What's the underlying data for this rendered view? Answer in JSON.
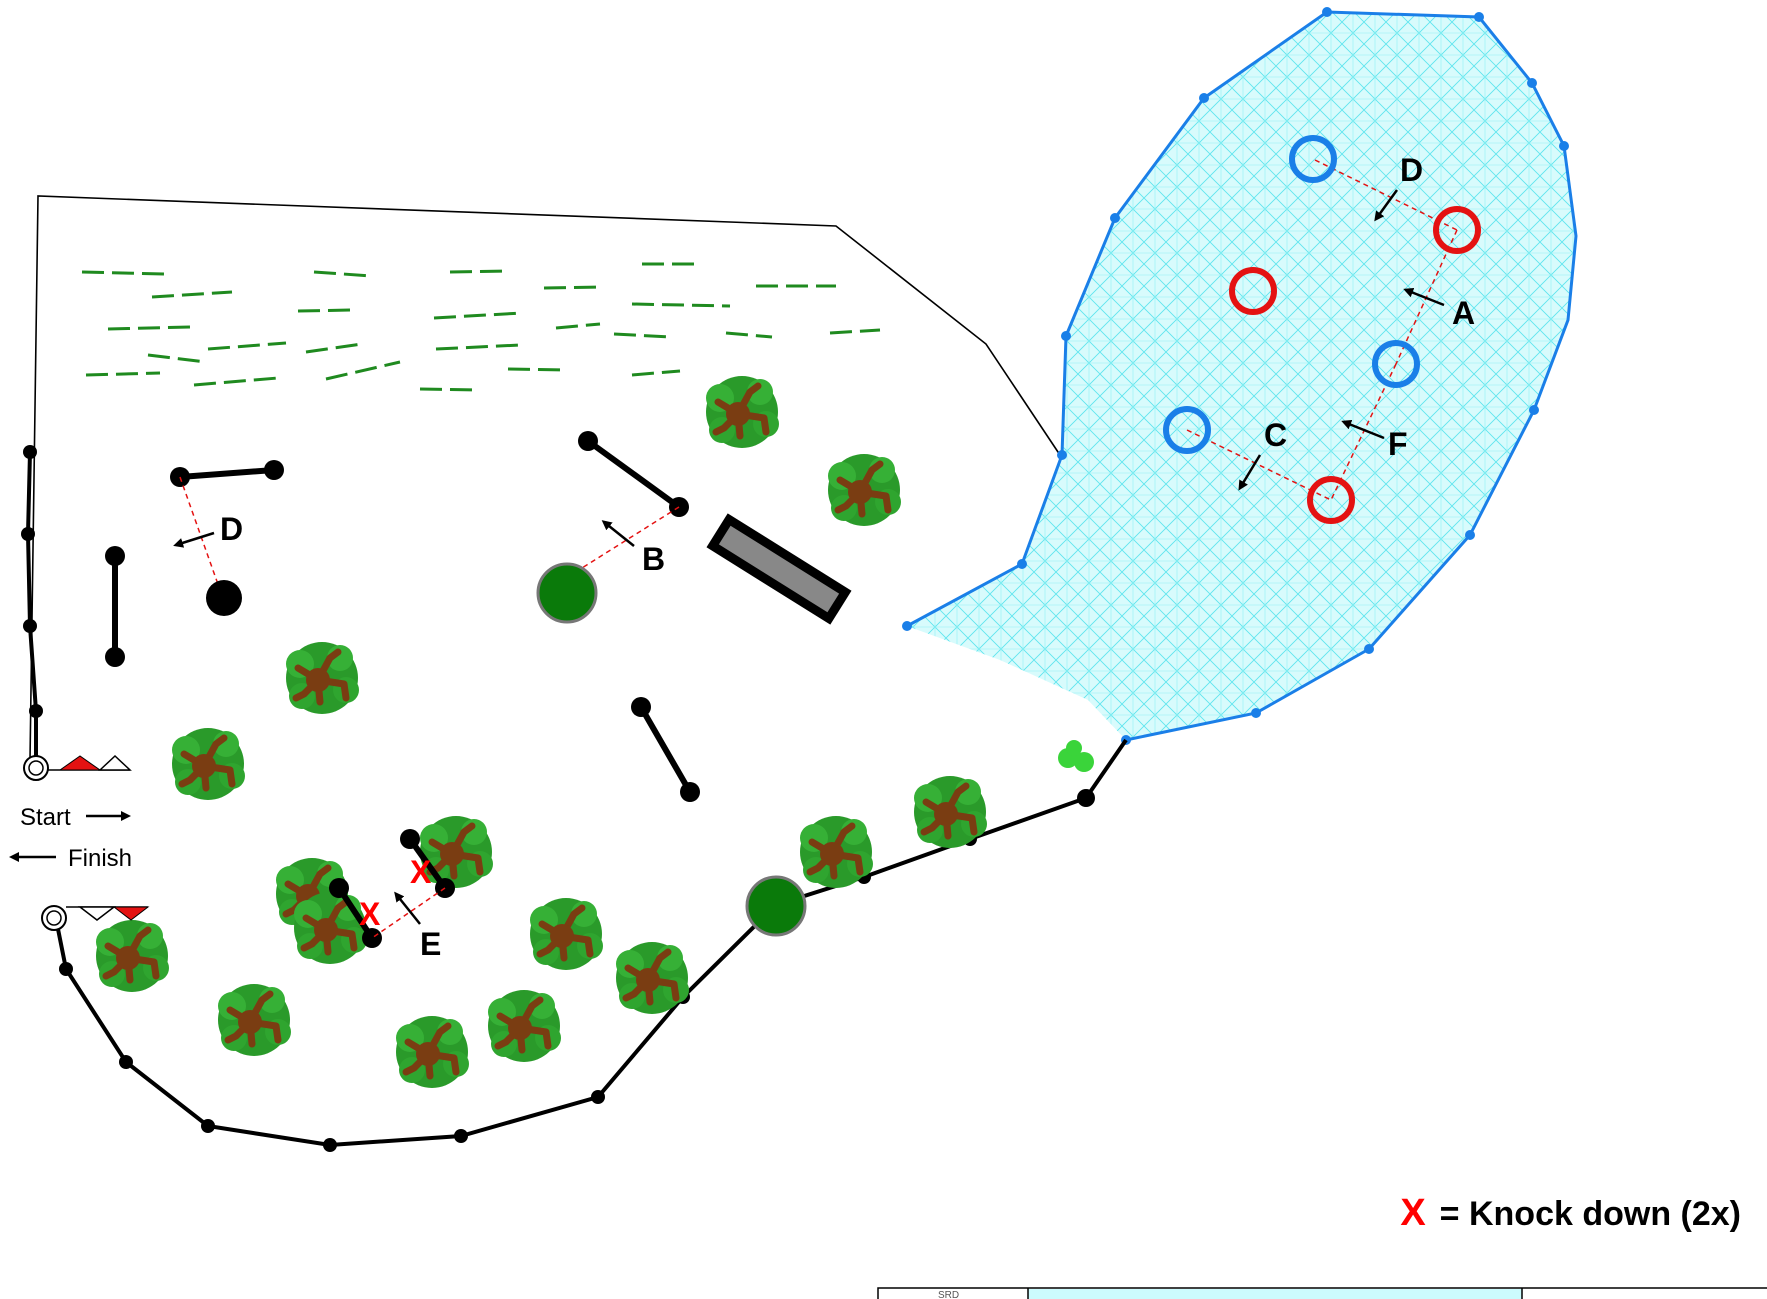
{
  "map": {
    "obstacle_labels": {
      "A": "A",
      "B": "B",
      "C": "C",
      "D_water": "D",
      "D_left": "D",
      "E": "E",
      "F": "F"
    },
    "start_label": "Start",
    "finish_label": "Finish",
    "knockdown_marker": "X",
    "legend": {
      "symbol": "X",
      "text": "= Knock down (2x)"
    },
    "title_box_text": "SRD",
    "colors": {
      "water_fill": "#bff6f8",
      "water_outline": "#1a7fe8",
      "red_flag": "#e41212",
      "blue_flag": "#1a7fe8",
      "tree_green": "#2e9e2e",
      "tree_brown": "#7a3d12",
      "grass": "#1f8a1f",
      "route_dash": "#e41212"
    }
  }
}
